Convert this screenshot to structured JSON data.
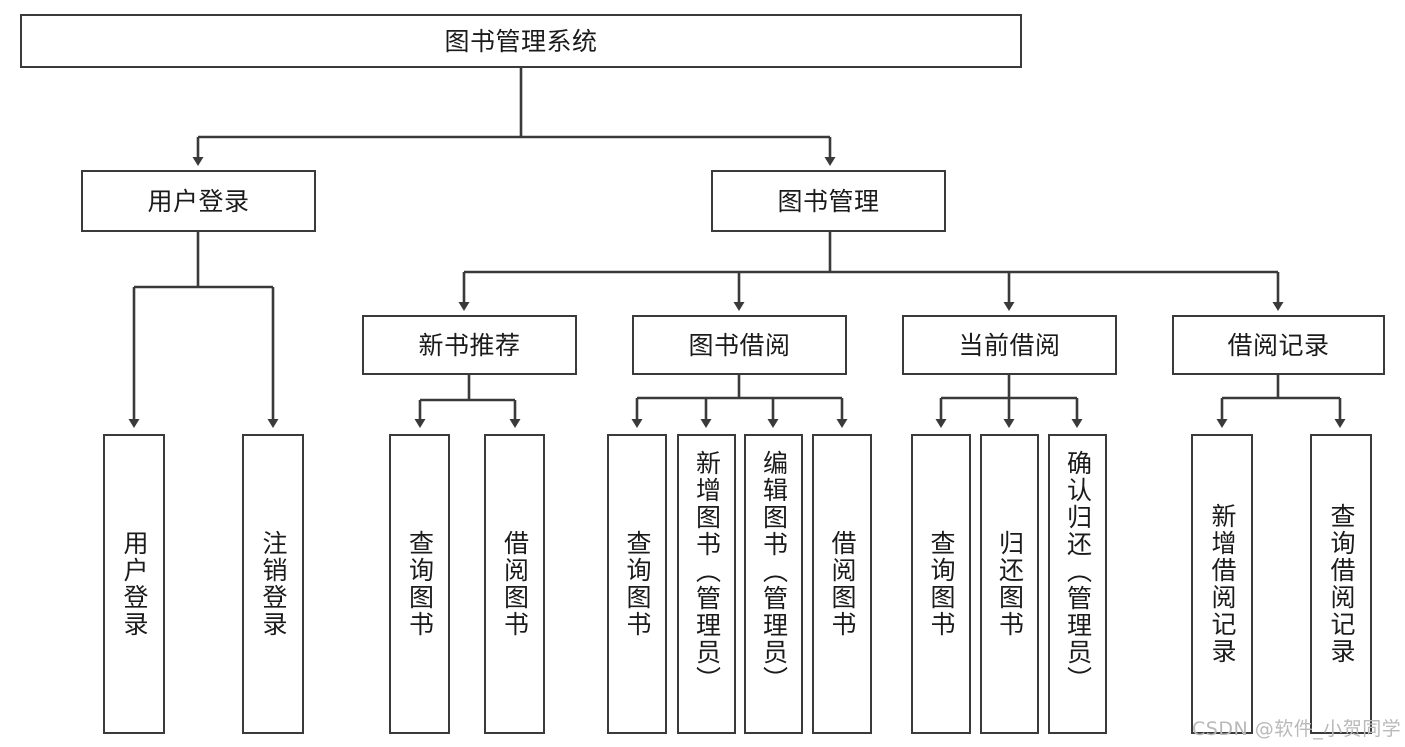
{
  "diagram": {
    "title_node": {
      "label": "图书管理系统"
    },
    "level2": [
      {
        "id": "user-login",
        "label": "用户登录"
      },
      {
        "id": "book-management",
        "label": "图书管理"
      }
    ],
    "level3": [
      {
        "id": "new-book-recommend",
        "label": "新书推荐"
      },
      {
        "id": "book-borrow",
        "label": "图书借阅"
      },
      {
        "id": "current-borrow",
        "label": "当前借阅"
      },
      {
        "id": "borrow-record",
        "label": "借阅记录"
      }
    ],
    "leaves": {
      "user_login": [
        {
          "id": "leaf-user-login",
          "label": "用户登录"
        },
        {
          "id": "leaf-logout-login",
          "label": "注销登录"
        }
      ],
      "new_book_recommend": [
        {
          "id": "leaf-query-book-1",
          "label": "查询图书"
        },
        {
          "id": "leaf-borrow-book-1",
          "label": "借阅图书"
        }
      ],
      "book_borrow": [
        {
          "id": "leaf-query-book-2",
          "label": "查询图书"
        },
        {
          "id": "leaf-add-book",
          "label": "新增图书（管理员）"
        },
        {
          "id": "leaf-edit-book",
          "label": "编辑图书（管理员）"
        },
        {
          "id": "leaf-borrow-book-2",
          "label": "借阅图书"
        }
      ],
      "current_borrow": [
        {
          "id": "leaf-query-book-3",
          "label": "查询图书"
        },
        {
          "id": "leaf-return-book",
          "label": "归还图书"
        },
        {
          "id": "leaf-confirm-return",
          "label": "确认归还（管理员）"
        }
      ],
      "borrow_record": [
        {
          "id": "leaf-add-borrow-record",
          "label": "新增借阅记录"
        },
        {
          "id": "leaf-query-borrow-record",
          "label": "查询借阅记录"
        }
      ]
    },
    "watermark": {
      "text": "CSDN @软件_小贺同学"
    },
    "colors": {
      "stroke": "#3a3a3a",
      "background": "#ffffff",
      "text": "#1b1b1b",
      "watermark": "#b9b9b9"
    }
  }
}
